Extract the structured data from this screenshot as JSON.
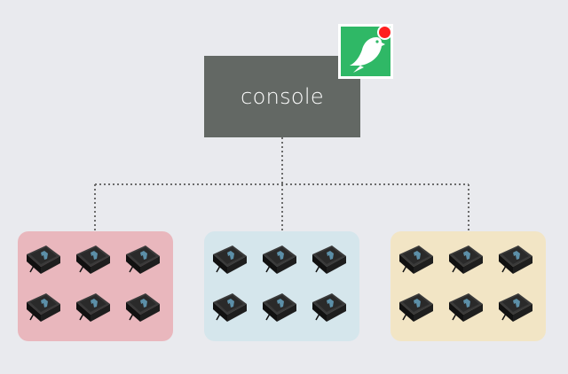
{
  "console": {
    "label": "console",
    "box_color": "#636864"
  },
  "badge": {
    "icon": "bird-app-icon",
    "background_color": "#2fb866",
    "notification_color": "#ff1f1f"
  },
  "groups": [
    {
      "name": "red-group",
      "color": "#e9b7bd",
      "device_count": 6
    },
    {
      "name": "blue-group",
      "color": "#d5e6ec",
      "device_count": 6
    },
    {
      "name": "yellow-group",
      "color": "#f2e5c5",
      "device_count": 6
    }
  ],
  "connector": {
    "style": "dotted",
    "color": "#6b6b6b"
  },
  "device_icon": "black-device-box-icon"
}
